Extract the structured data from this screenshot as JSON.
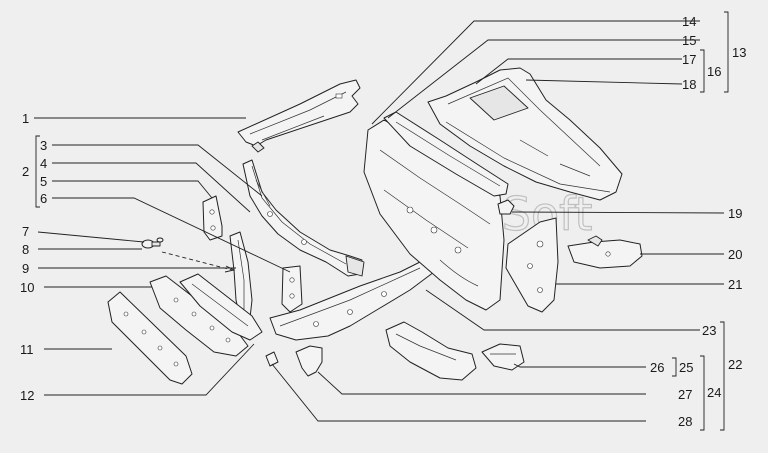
{
  "watermark": "AutoSoft",
  "labels": {
    "l1": "1",
    "l2": "2",
    "l3": "3",
    "l4": "4",
    "l5": "5",
    "l6": "6",
    "l7": "7",
    "l8": "8",
    "l9": "9",
    "l10": "10",
    "l11": "11",
    "l12": "12",
    "l13": "13",
    "l14": "14",
    "l15": "15",
    "l16": "16",
    "l17": "17",
    "l18": "18",
    "l19": "19",
    "l20": "20",
    "l21": "21",
    "l22": "22",
    "l23": "23",
    "l24": "24",
    "l25": "25",
    "l26": "26",
    "l27": "27",
    "l28": "28"
  }
}
